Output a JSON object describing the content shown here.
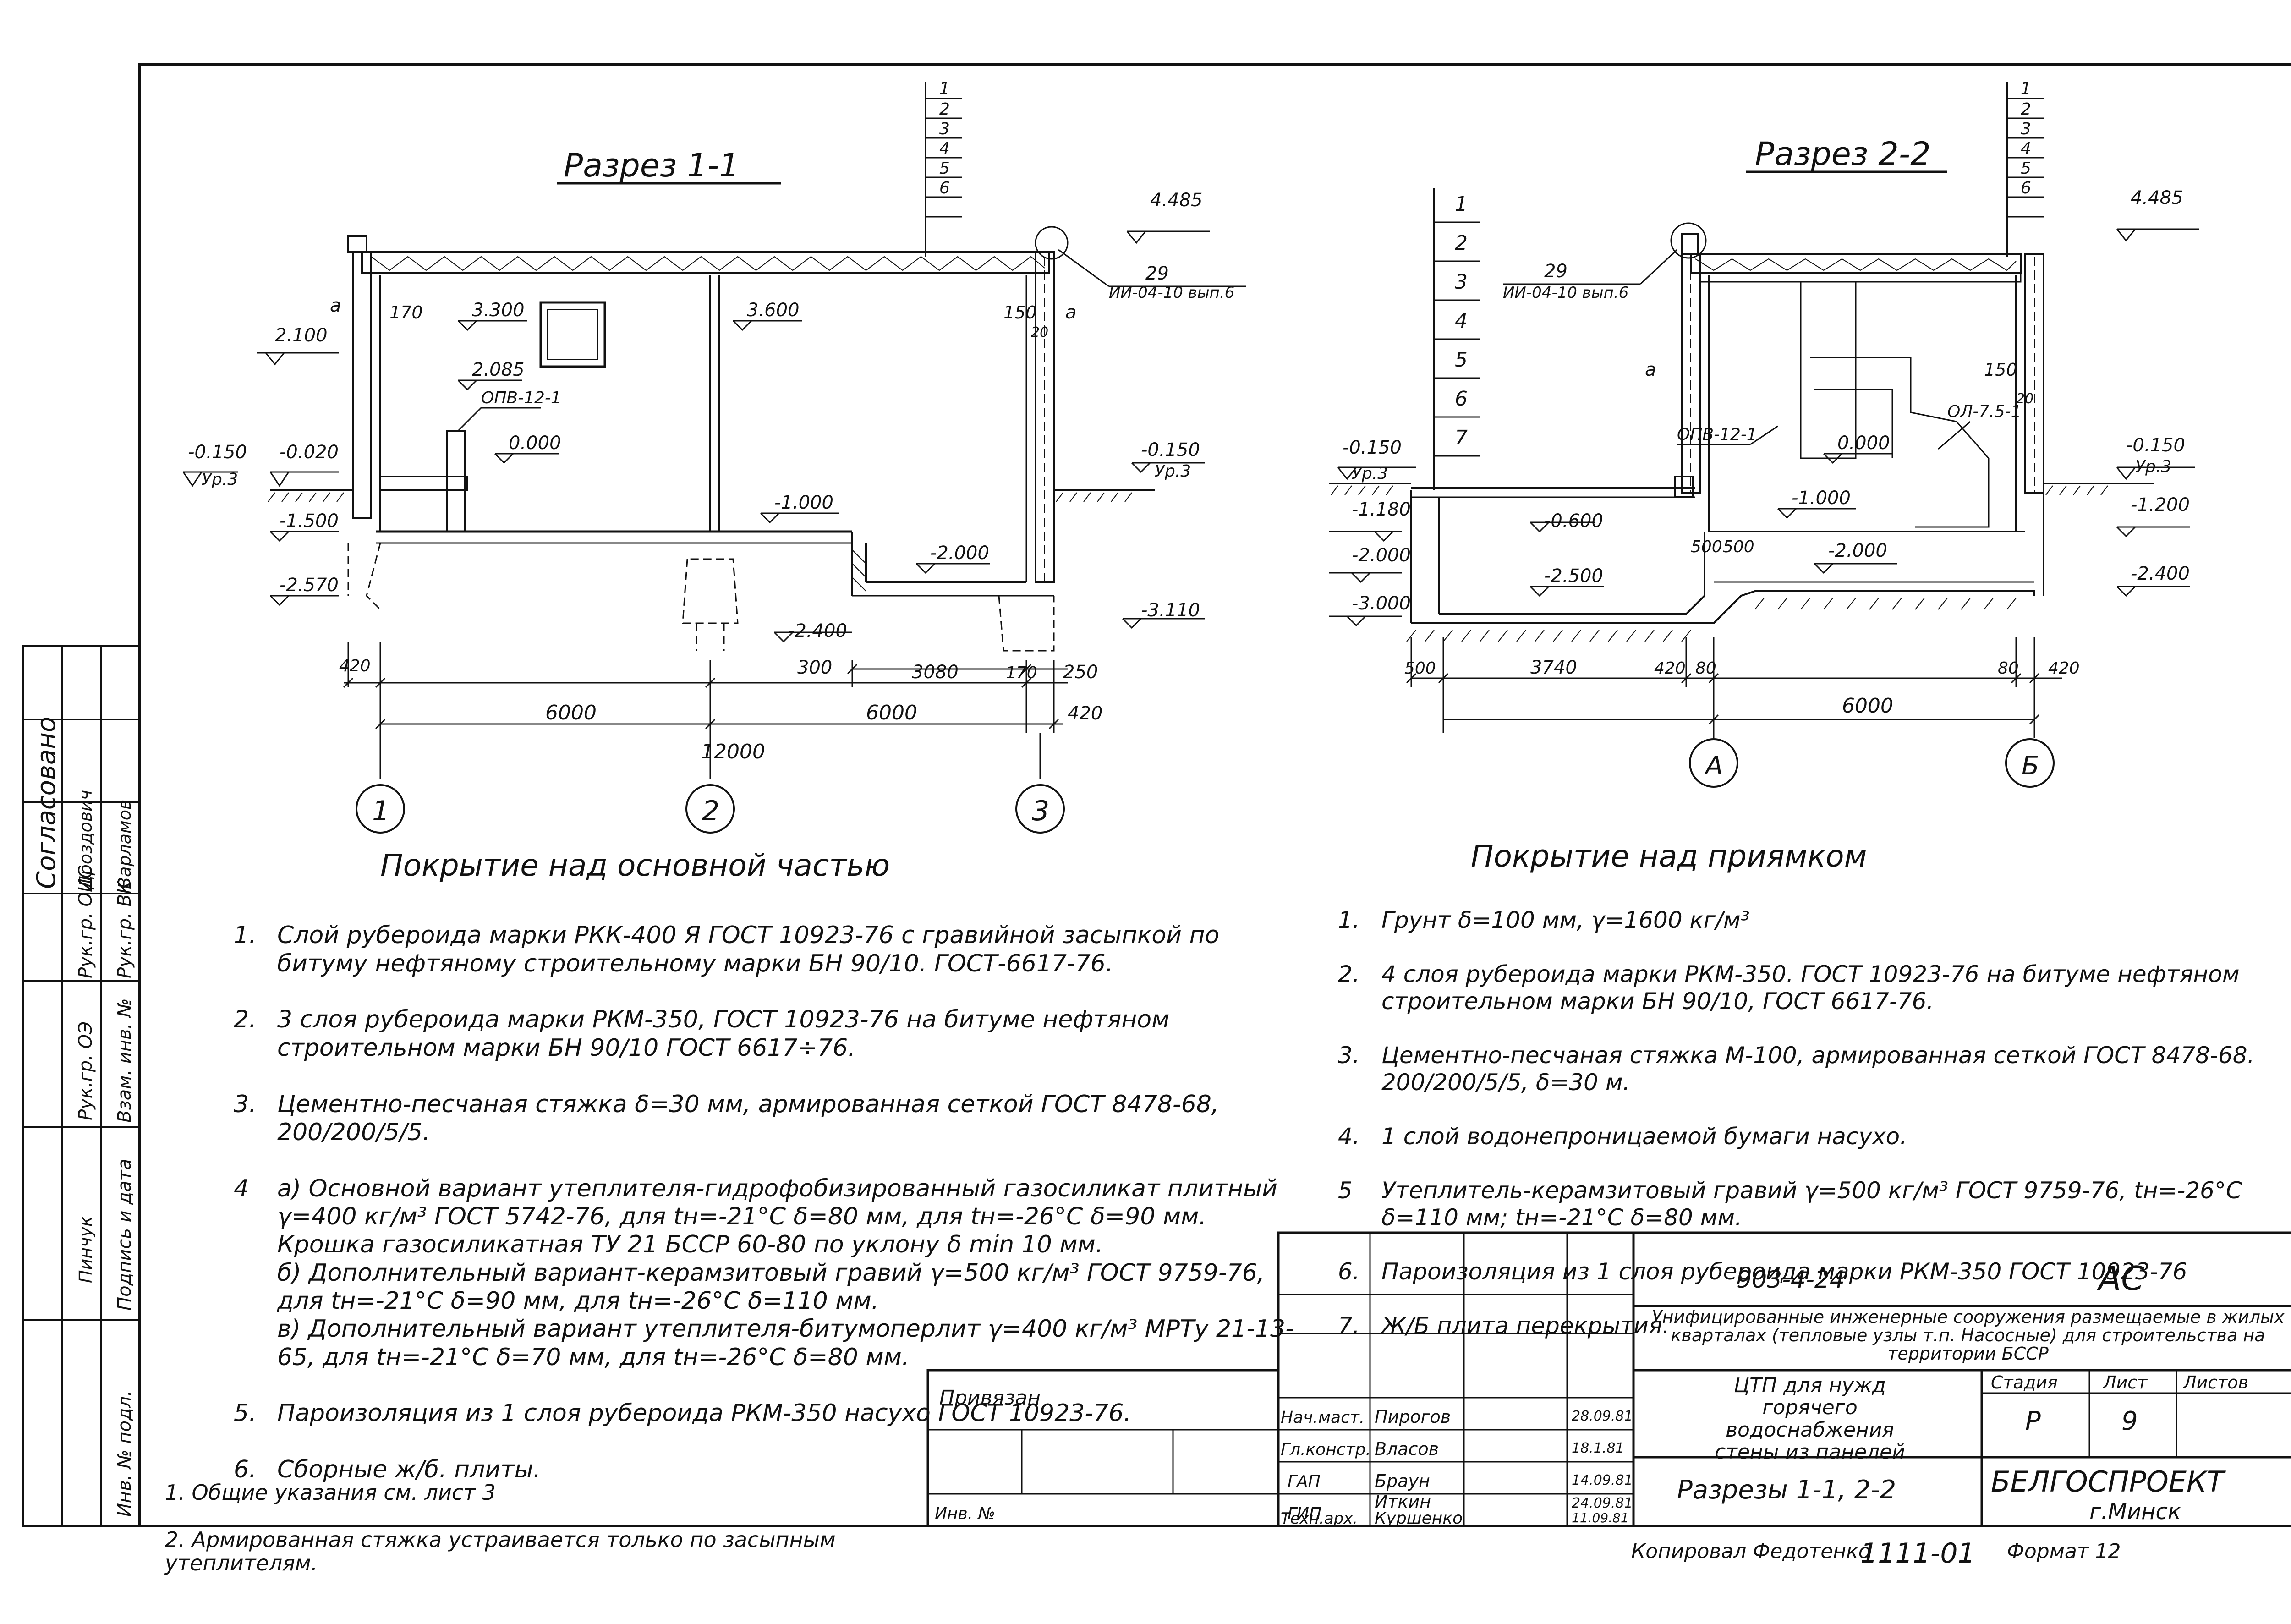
{
  "section_1": {
    "title": "Разрез 1-1",
    "marks": [
      "4.485",
      "3.300",
      "3.600",
      "2.100",
      "2.085",
      "0.000",
      "-0.150",
      "-0.020",
      "Ур.3",
      "-1.500",
      "-2.570",
      "-1.000",
      "-2.000",
      "-2.400",
      "-3.110",
      "-0.150",
      "Ур.3"
    ],
    "labels": [
      "ОПВ-12-1",
      "ИИ-04-10 вып.6",
      "29",
      "170",
      "150",
      "a",
      "20"
    ],
    "dims": [
      "420",
      "6000",
      "300",
      "3080",
      "170",
      "250",
      "6000",
      "420",
      "12000"
    ],
    "axes": [
      "1",
      "2",
      "3"
    ],
    "layers": [
      "1",
      "2",
      "3",
      "4",
      "5",
      "6"
    ]
  },
  "section_2": {
    "title": "Разрез 2-2",
    "marks": [
      "4.485",
      "-0.150",
      "Ур.3",
      "-1.180",
      "-2.000",
      "-3.000",
      "-0.600",
      "-1.000",
      "0.000",
      "-2.500",
      "-2.000",
      "-0.150",
      "Ур.3",
      "-1.200",
      "-2.400"
    ],
    "labels": [
      "ИИ-04-10 вып.6",
      "29",
      "ОПВ-12-1",
      "ОЛ-7.5-1",
      "150",
      "20",
      "a",
      "500",
      "500"
    ],
    "dims": [
      "500",
      "3740",
      "420",
      "80",
      "80",
      "420",
      "6000"
    ],
    "axes": [
      "А",
      "Б"
    ],
    "layers_left": [
      "1",
      "2",
      "3",
      "4",
      "5",
      "6",
      "7"
    ],
    "layers_top": [
      "1",
      "2",
      "3",
      "4",
      "5",
      "6"
    ]
  },
  "main_cover": {
    "heading": "Покрытие над основной частью",
    "items": [
      {
        "n": "1.",
        "text": "Слой рубероида марки РКК-400 Я ГОСТ 10923-76 с гравийной засыпкой по битуму нефтяному строительному марки БН 90/10. ГОСТ-6617-76."
      },
      {
        "n": "2.",
        "text": "3 слоя рубероида марки РКМ-350, ГОСТ 10923-76 на битуме нефтяном строительном марки БН 90/10 ГОСТ 6617÷76."
      },
      {
        "n": "3.",
        "text": "Цементно-песчаная стяжка δ=30 мм, армированная сеткой ГОСТ 8478-68, 200/200/5/5."
      },
      {
        "n": "4",
        "text": "а) Основной вариант утеплителя-гидрофобизированный газосиликат плитный γ=400 кг/м³ ГОСТ 5742-76, для tн=-21°С δ=80 мм, для tн=-26°С δ=90 мм. Крошка газосиликатная ТУ 21 БССР 60-80 по уклону δ min 10 мм.\nб) Дополнительный вариант-керамзитовый гравий γ=500 кг/м³ ГОСТ 9759-76, для tн=-21°С δ=90 мм, для tн=-26°С δ=110 мм.\nв) Дополнительный вариант утеплителя-битумоперлит γ=400 кг/м³ МРТу 21-13-65, для tн=-21°С δ=70 мм, для tн=-26°С δ=80 мм."
      },
      {
        "n": "5.",
        "text": "Пароизоляция из 1 слоя рубероида РКМ-350 насухо ГОСТ 10923-76."
      },
      {
        "n": "6.",
        "text": "Сборные ж/б. плиты."
      }
    ]
  },
  "pit_cover": {
    "heading": "Покрытие над приямком",
    "items": [
      {
        "n": "1.",
        "text": "Грунт δ=100 мм, γ=1600 кг/м³"
      },
      {
        "n": "2.",
        "text": "4 слоя рубероида марки РКМ-350. ГОСТ 10923-76 на битуме нефтяном строительном марки БН 90/10, ГОСТ 6617-76."
      },
      {
        "n": "3.",
        "text": "Цементно-песчаная стяжка М-100, армированная сеткой ГОСТ 8478-68. 200/200/5/5, δ=30 м."
      },
      {
        "n": "4.",
        "text": "1 слой водонепроницаемой бумаги насухо."
      },
      {
        "n": "5",
        "text": "Утеплитель-керамзитовый гравий γ=500 кг/м³ ГОСТ 9759-76, tн=-26°С δ=110 мм; tн=-21°С δ=80 мм."
      },
      {
        "n": "6.",
        "text": "Пароизоляция из 1 слоя рубероида марки РКМ-350 ГОСТ 10923-76"
      },
      {
        "n": "7.",
        "text": "Ж/Б плита перекрытия."
      }
    ]
  },
  "notes": {
    "items": [
      "1. Общие указания см. лист 3",
      "2. Армированная стяжка устраивается только по засыпным утеплителям."
    ]
  },
  "left_stamp": {
    "agreed": "Согласовано",
    "rows": [
      "Рук.гр. ОИС",
      "Рук.гр. ВК",
      "Рук.гр. ОЭ"
    ],
    "names": [
      "Дроздович",
      "Варламов",
      "Пинчук"
    ],
    "vertical_labels": [
      "Взам. инв. №",
      "Подпись и дата",
      "Инв. № подл."
    ]
  },
  "title_block": {
    "code": "903-4-24",
    "mark": "АС",
    "subject": "Унифицированные инженерные сооружения размещаемые в жилых кварталах (тепловые узлы т.п. Насосные) для строительства на территории БССР",
    "object": "ЦТП для нужд горячего водоснабжения стены из панелей",
    "drawing": "Разрезы 1-1, 2-2",
    "stage_label": "Стадия",
    "sheet_label": "Лист",
    "sheets_label": "Листов",
    "stage": "Р",
    "sheet": "9",
    "org": "БЕЛГОСПРОЕКТ",
    "city": "г.Минск",
    "bound": "Привязан",
    "inv": "Инв. №",
    "roles": [
      "Нач.маст.",
      "Гл.констр.",
      "ГАП",
      "ГИП",
      "Техн.арх."
    ],
    "names": [
      "Пирогов",
      "Власов",
      "Браун",
      "Иткин",
      "Куршенко"
    ],
    "dates": [
      "28.09.81",
      "18.1.81",
      "14.09.81",
      "24.09.81",
      "11.09.81"
    ],
    "copied": "Копировал Федотенко",
    "copy_num": "1111-01",
    "format": "Формат 12"
  }
}
